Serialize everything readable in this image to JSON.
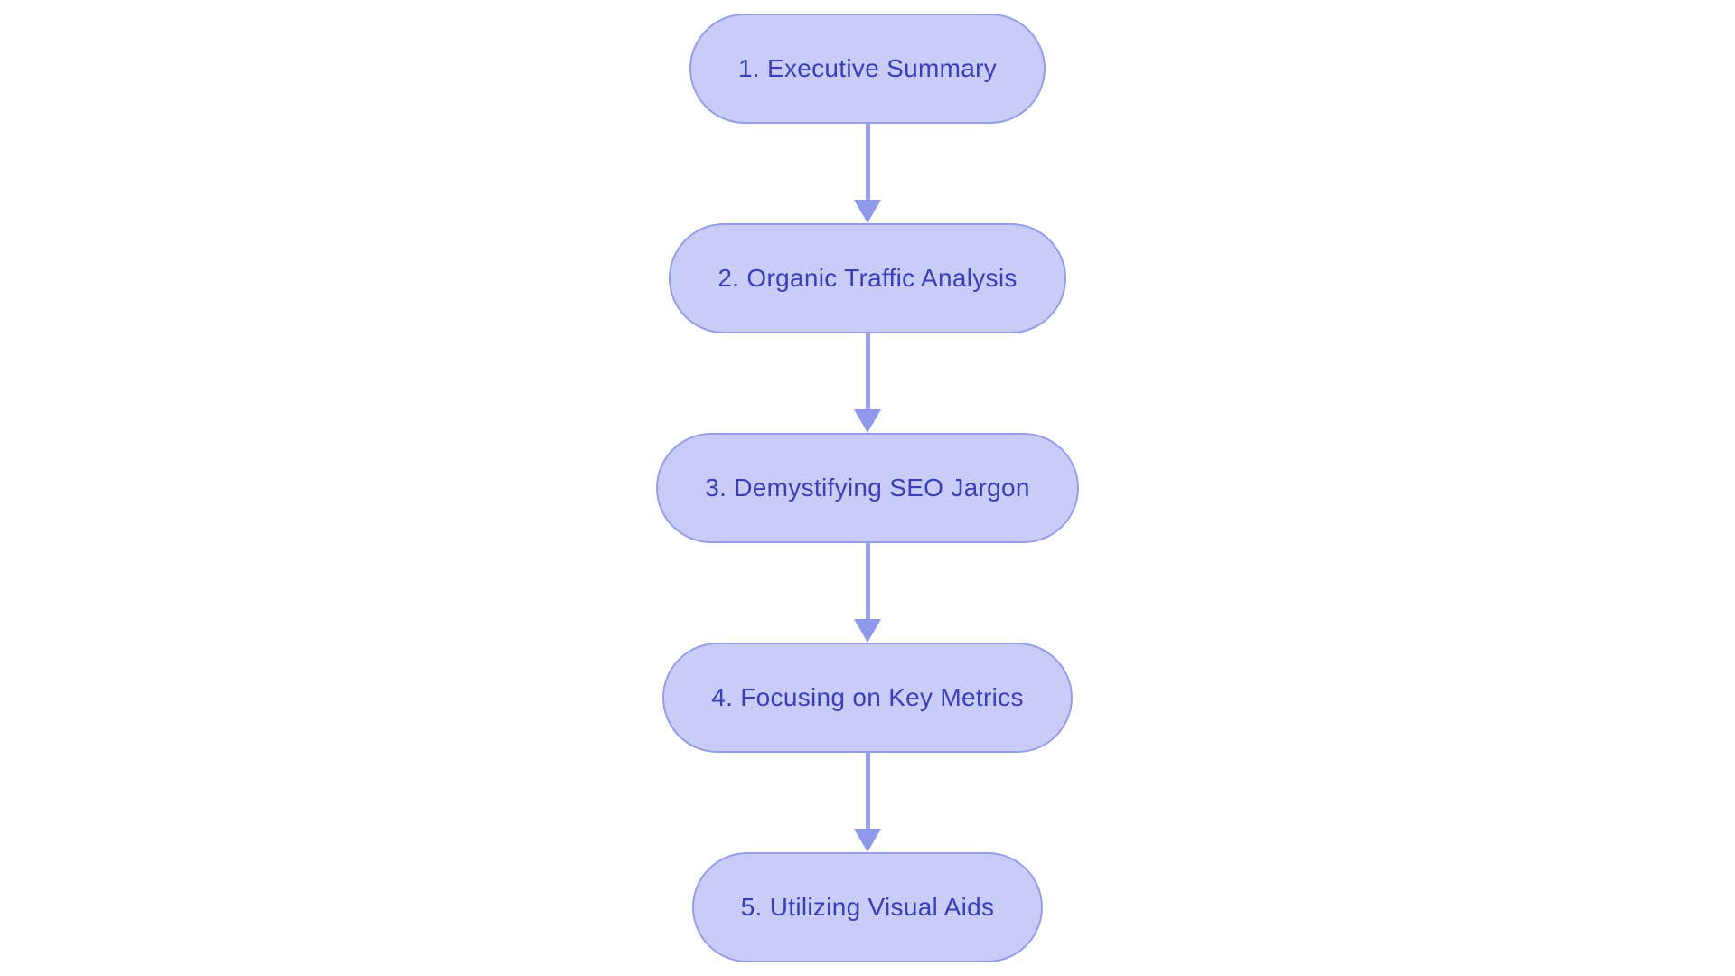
{
  "flowchart": {
    "type": "flowchart",
    "direction": "top-down",
    "nodes": [
      {
        "label": "1. Executive Summary"
      },
      {
        "label": "2. Organic Traffic Analysis"
      },
      {
        "label": "3. Demystifying SEO Jargon"
      },
      {
        "label": "4. Focusing on Key Metrics"
      },
      {
        "label": "5. Utilizing Visual Aids"
      }
    ],
    "edges": [
      {
        "from": "1. Executive Summary",
        "to": "2. Organic Traffic Analysis"
      },
      {
        "from": "2. Organic Traffic Analysis",
        "to": "3. Demystifying SEO Jargon"
      },
      {
        "from": "3. Demystifying SEO Jargon",
        "to": "4. Focusing on Key Metrics"
      },
      {
        "from": "4. Focusing on Key Metrics",
        "to": "5. Utilizing Visual Aids"
      }
    ],
    "colors": {
      "background": "#FFFFFF",
      "node_fill": "#C8CCF6",
      "node_border": "#969DE8",
      "node_text": "#3A3FB8",
      "arrow_line": "#99A1EE",
      "arrow_head": "#8F98EA"
    }
  }
}
